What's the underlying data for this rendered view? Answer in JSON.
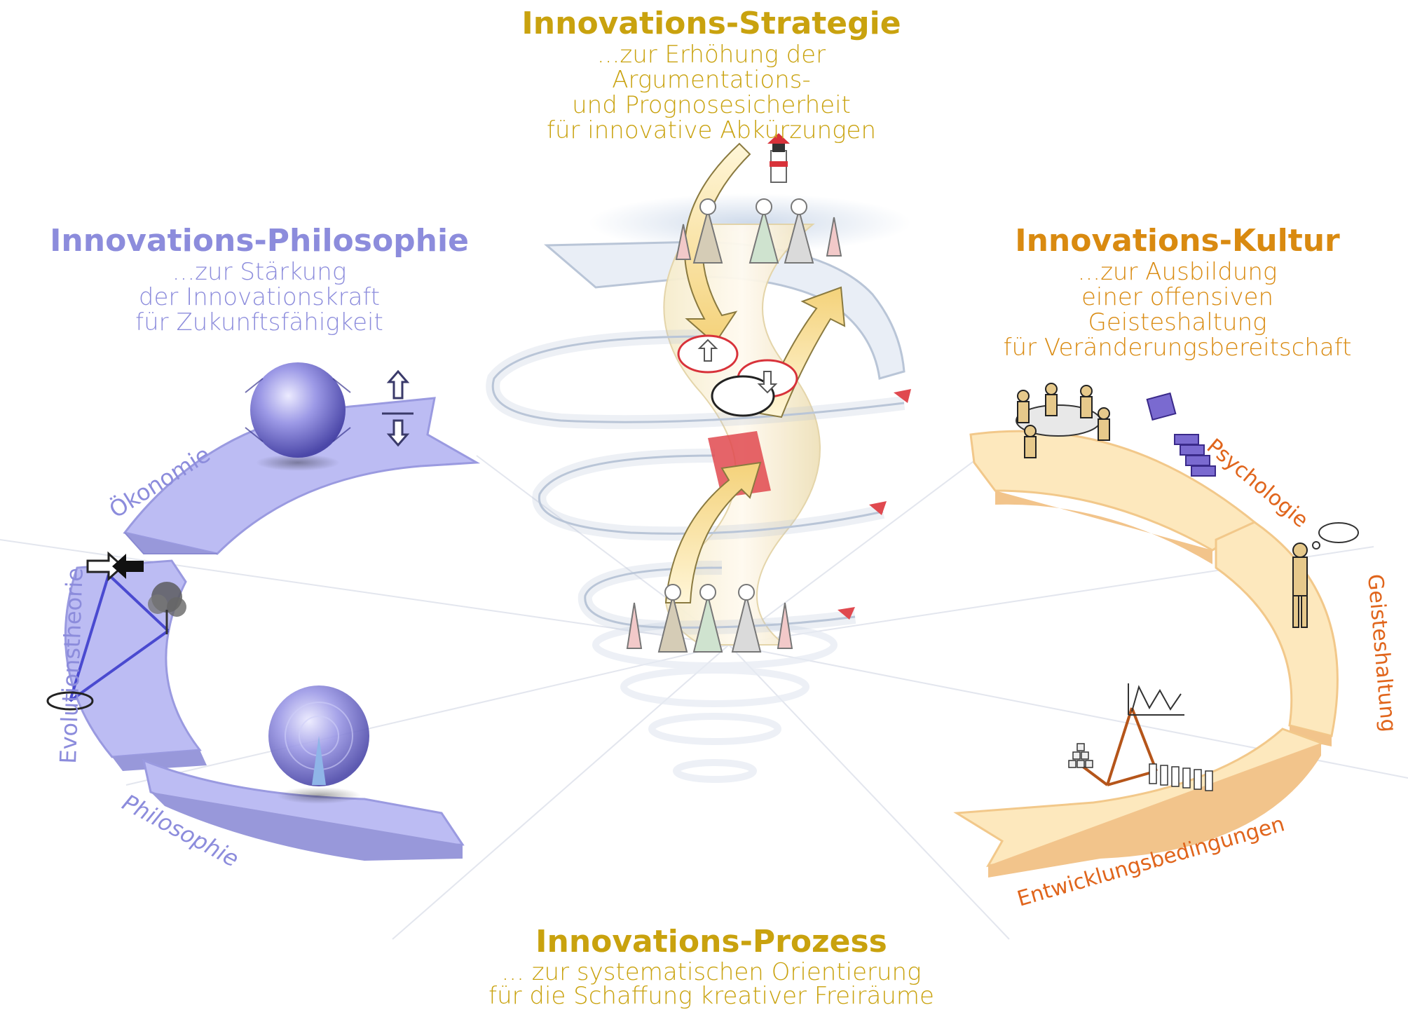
{
  "blocks": {
    "strategy": {
      "title": "Innovations-Strategie",
      "lines": [
        "...zur Erhöhung der",
        "Argumentations-",
        "und Prognosesicherheit",
        "für innovative Abkürzungen"
      ]
    },
    "philosophy": {
      "title": "Innovations-Philosophie",
      "lines": [
        "...zur Stärkung",
        "der Innovationskraft",
        "für Zukunftsfähigkeit"
      ]
    },
    "culture": {
      "title": "Innovations-Kultur",
      "lines": [
        "...zur Ausbildung",
        "einer offensiven",
        "Geisteshaltung",
        "für Veränderungsbereitschaft"
      ]
    },
    "process": {
      "title": "Innovations-Prozess",
      "lines": [
        "... zur systematischen Orientierung",
        "für die Schaffung kreativer Freiräume"
      ]
    }
  },
  "left_ring": {
    "labels": {
      "oekonomie": "Ökonomie",
      "evolution": "Evolutionstheorie",
      "philosophie": "Philosophie"
    }
  },
  "right_ring": {
    "labels": {
      "psychologie": "Psychologie",
      "geisteshaltung": "Geisteshaltung",
      "entwicklung": "Entwicklungsbedingungen"
    }
  },
  "colors": {
    "blue_text": "#8c8cdc",
    "blue_fill": "#b9b9f2",
    "gold_text": "#c9a20e",
    "orange_text": "#d98a10",
    "orange_label": "#e0651c",
    "cream_fill": "#fde5b5",
    "spiral": "#dfe7f2",
    "red_accent": "#e0494f"
  }
}
